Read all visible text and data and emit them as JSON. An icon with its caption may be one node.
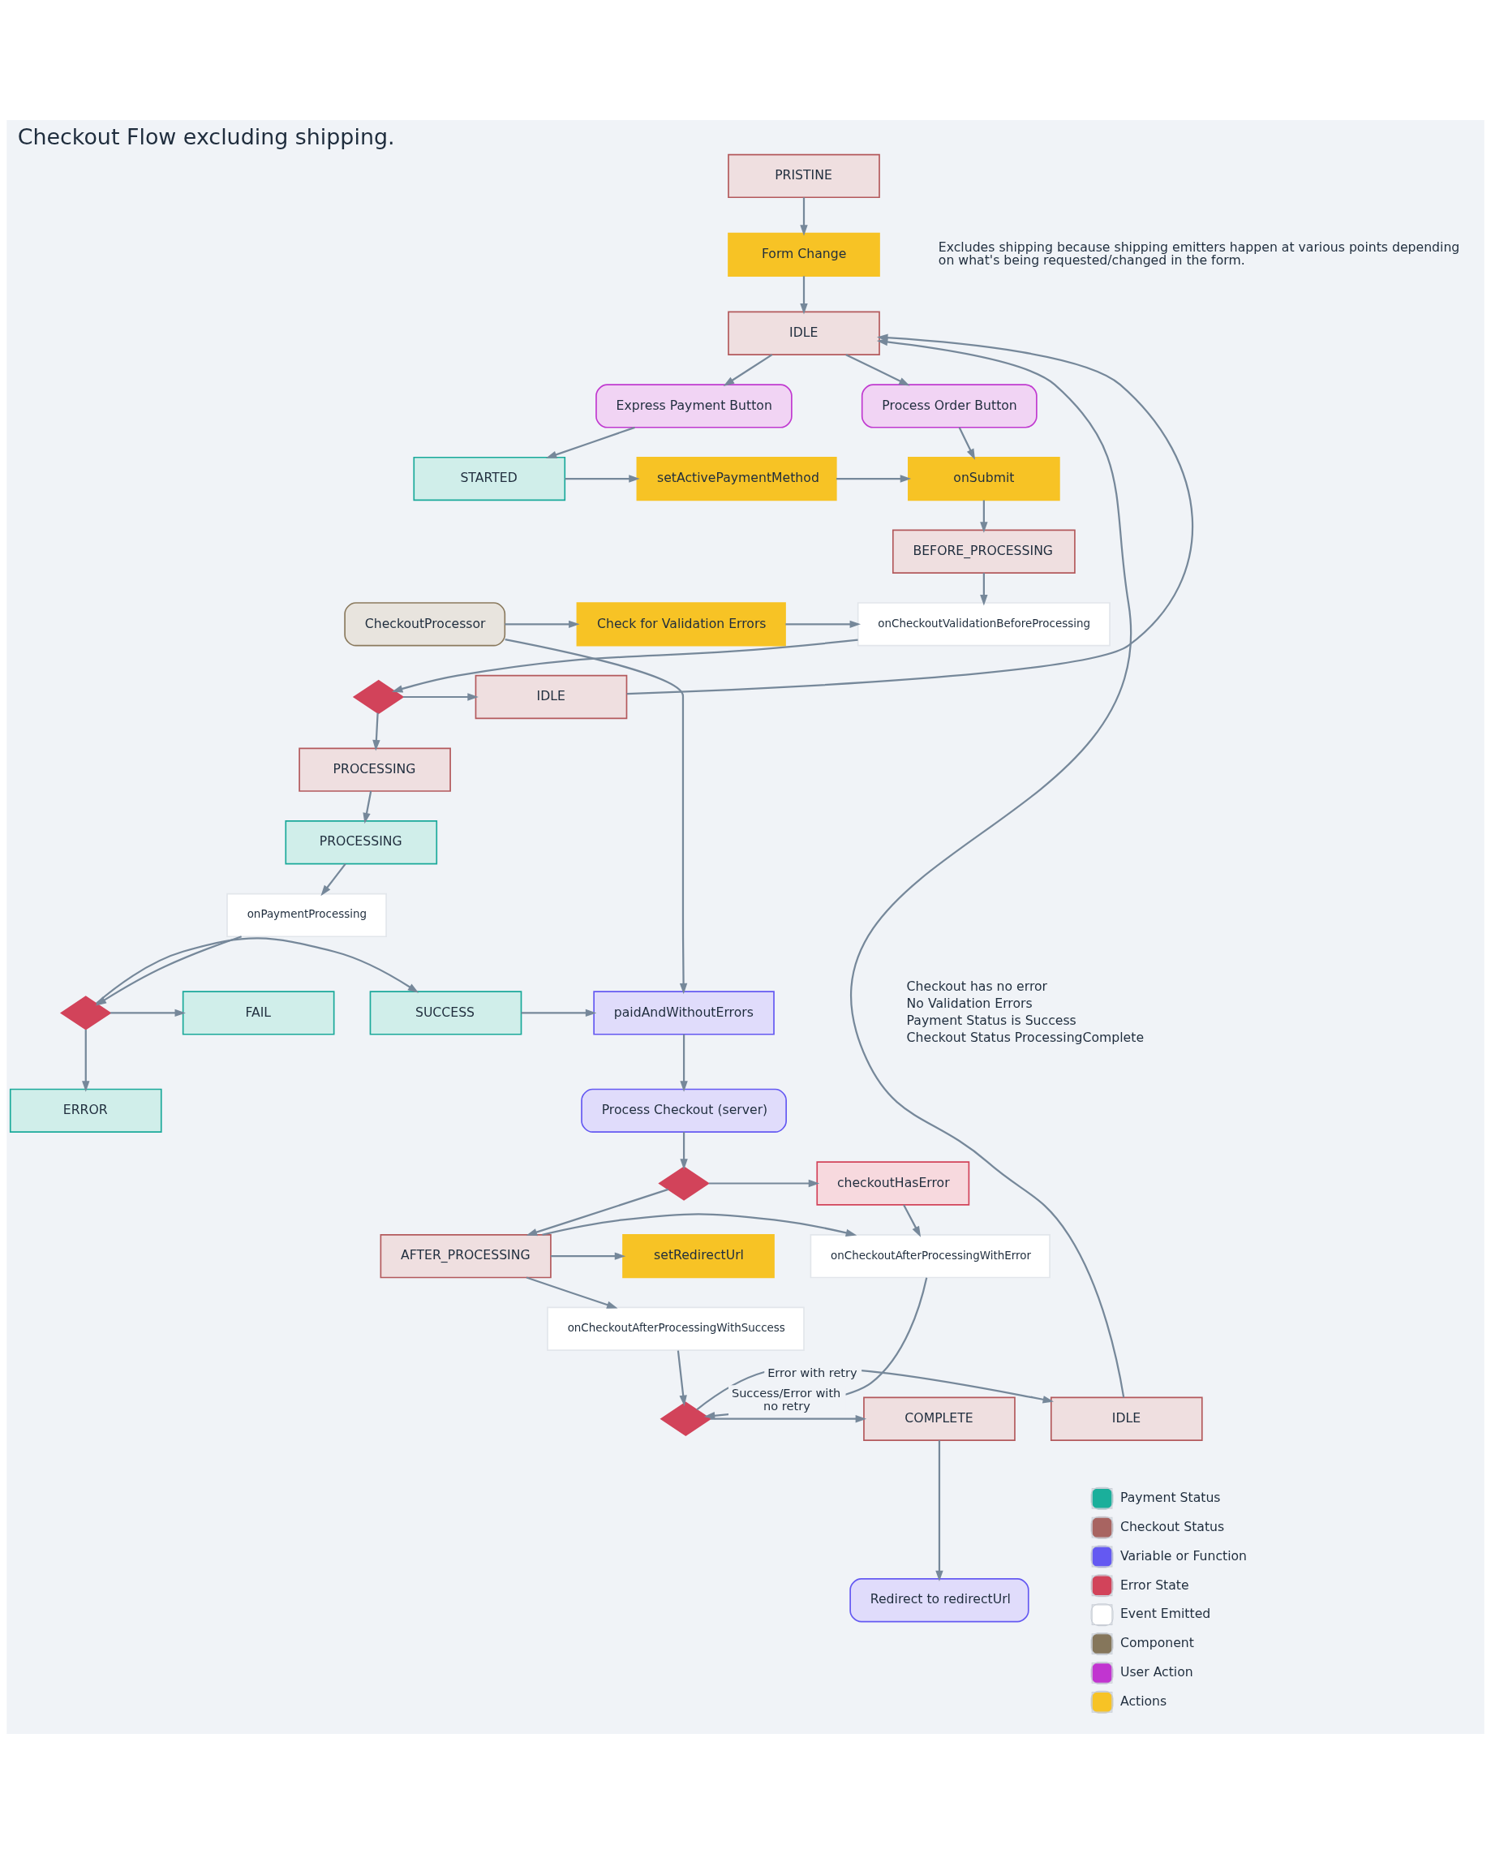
{
  "diagram": {
    "title": "Checkout Flow excluding shipping.",
    "nodes": [
      {
        "text": [
          "PRISTINE"
        ]
      },
      {
        "text": [
          "Form Change"
        ]
      },
      {
        "text": [
          "IDLE"
        ]
      },
      {
        "text": [
          "Express Payment Button"
        ]
      },
      {
        "text": [
          "Process Order Button"
        ]
      },
      {
        "text": [
          "STARTED"
        ]
      },
      {
        "text": [
          "setActivePaymentMethod"
        ]
      },
      {
        "text": [
          "onSubmit"
        ]
      },
      {
        "text": [
          "BEFORE_PROCESSING"
        ]
      },
      {
        "text": [
          "CheckoutProcessor"
        ]
      },
      {
        "text": [
          "Check for Validation Errors"
        ]
      },
      {
        "text": [
          "onCheckoutValidationBeforeProcessing"
        ]
      },
      {
        "text": [],
        "shape": "diamond"
      },
      {
        "text": [
          "IDLE"
        ]
      },
      {
        "text": [
          "PROCESSING"
        ]
      },
      {
        "text": [
          "PROCESSING"
        ]
      },
      {
        "text": [
          "onPaymentProcessing"
        ]
      },
      {
        "text": [
          "paidAndWithoutErrors"
        ]
      },
      {
        "text": [
          "SUCCESS"
        ]
      },
      {
        "text": [],
        "shape": "diamond"
      },
      {
        "text": [
          "FAIL"
        ]
      },
      {
        "text": [
          "Process Checkout (server)"
        ]
      },
      {
        "text": [
          "ERROR"
        ]
      },
      {
        "text": [
          "checkoutHasError"
        ]
      },
      {
        "text": [],
        "shape": "diamond"
      },
      {
        "text": [
          "onCheckoutAfterProcessingWithError"
        ]
      },
      {
        "text": [
          "AFTER_PROCESSING"
        ]
      },
      {
        "text": [
          "setRedirectUrl"
        ]
      },
      {
        "text": [
          "onCheckoutAfterProcessingWithSuccess"
        ]
      },
      {
        "text": [
          "IDLE"
        ]
      },
      {
        "text": [],
        "shape": "diamond"
      },
      {
        "text": [
          "COMPLETE"
        ]
      },
      {
        "text": [
          "Redirect to redirectUrl"
        ]
      }
    ],
    "edges": [
      {
        "from": 0,
        "to": 1,
        "arrow": "to"
      },
      {
        "from": 1,
        "to": 2,
        "arrow": "to"
      },
      {
        "from": 2,
        "to": 3,
        "arrow": "to"
      },
      {
        "from": 2,
        "to": 4,
        "arrow": "to"
      },
      {
        "from": 3,
        "to": 5,
        "arrow": "to"
      },
      {
        "from": 5,
        "to": 6,
        "arrow": "to"
      },
      {
        "from": 6,
        "to": 7,
        "arrow": "to"
      },
      {
        "from": 4,
        "to": 7,
        "arrow": "to"
      },
      {
        "from": 7,
        "to": 8,
        "arrow": "to"
      },
      {
        "from": 8,
        "to": 11,
        "arrow": "to"
      },
      {
        "from": 9,
        "to": 10,
        "arrow": "to"
      },
      {
        "from": 10,
        "to": 11,
        "arrow": "to"
      },
      {
        "from": 11,
        "to": 12,
        "arrow": "to"
      },
      {
        "from": 12,
        "to": 13,
        "arrow": "to"
      },
      {
        "from": 13,
        "to": 2,
        "arrow": "to"
      },
      {
        "from": 12,
        "to": 14,
        "arrow": "to"
      },
      {
        "from": 14,
        "to": 15,
        "arrow": "to"
      },
      {
        "from": 15,
        "to": 16,
        "arrow": "to"
      },
      {
        "from": 16,
        "to": 19,
        "arrow": "to"
      },
      {
        "from": 19,
        "to": 18,
        "arrow": "to"
      },
      {
        "from": 19,
        "to": 20,
        "arrow": "to"
      },
      {
        "from": 19,
        "to": 22,
        "arrow": "to"
      },
      {
        "from": 18,
        "to": 17,
        "arrow": "to"
      },
      {
        "from": 9,
        "to": 17,
        "arrow": "to"
      },
      {
        "from": 17,
        "to": 21,
        "arrow": "to"
      },
      {
        "from": 21,
        "to": 24,
        "arrow": "to"
      },
      {
        "from": 24,
        "to": 23,
        "arrow": "to"
      },
      {
        "from": 24,
        "to": 26,
        "arrow": "to"
      },
      {
        "from": 23,
        "to": 25,
        "arrow": "to"
      },
      {
        "from": 26,
        "to": 25,
        "arrow": "to"
      },
      {
        "from": 26,
        "to": 27,
        "arrow": "to"
      },
      {
        "from": 26,
        "to": 28,
        "arrow": "to"
      },
      {
        "from": 25,
        "to": 30,
        "arrow": "to"
      },
      {
        "from": 28,
        "to": 30,
        "arrow": "to"
      },
      {
        "from": 30,
        "to": 29,
        "arrow": "to",
        "label": "Error with retry"
      },
      {
        "from": 30,
        "to": 31,
        "arrow": "to",
        "label": "Success/Error with no retry"
      },
      {
        "from": 29,
        "to": 2,
        "arrow": "to"
      },
      {
        "from": 31,
        "to": 32,
        "arrow": "to"
      }
    ],
    "labels": [
      "Excludes shipping because shipping emitters happen at various points depending on what's being requested/changed in the form.",
      "Checkout has no error",
      "No Validation Errors",
      "Payment Status is Success",
      "Checkout Status ProcessingComplete"
    ],
    "legend": [
      {
        "text": "Payment Status",
        "color": "#1aaf9b"
      },
      {
        "text": "Checkout Status",
        "color": "#a86461"
      },
      {
        "text": "Variable or Function",
        "color": "#6459f2"
      },
      {
        "text": "Error State",
        "color": "#d2435a"
      },
      {
        "text": "Event Emitted",
        "color": "#ffffff"
      },
      {
        "text": "Component",
        "color": "#85765b"
      },
      {
        "text": "User Action",
        "color": "#c135d0"
      },
      {
        "text": "Actions",
        "color": "#f7c325"
      }
    ]
  }
}
